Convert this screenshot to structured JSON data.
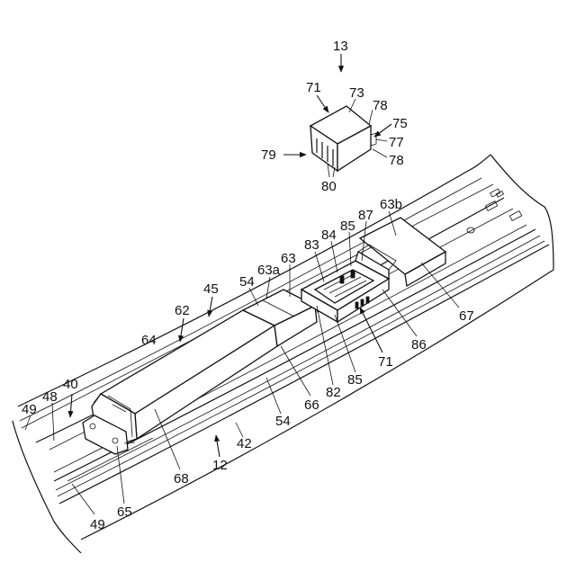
{
  "figure": {
    "labels": {
      "l13": "13",
      "l71_top": "71",
      "l73": "73",
      "l78_top": "78",
      "l75": "75",
      "l77": "77",
      "l78_bot": "78",
      "l79": "79",
      "l80": "80",
      "l63b": "63b",
      "l87": "87",
      "l85_top": "85",
      "l84": "84",
      "l83": "83",
      "l63": "63",
      "l63a": "63a",
      "l54_top": "54",
      "l45": "45",
      "l62": "62",
      "l64": "64",
      "l67": "67",
      "l86": "86",
      "l71_bot": "71",
      "l85_bot": "85",
      "l82": "82",
      "l66": "66",
      "l54_bot": "54",
      "l40": "40",
      "l49_top": "49",
      "l48": "48",
      "l42": "42",
      "l12": "12",
      "l68": "68",
      "l65": "65",
      "l49_bot": "49"
    }
  }
}
